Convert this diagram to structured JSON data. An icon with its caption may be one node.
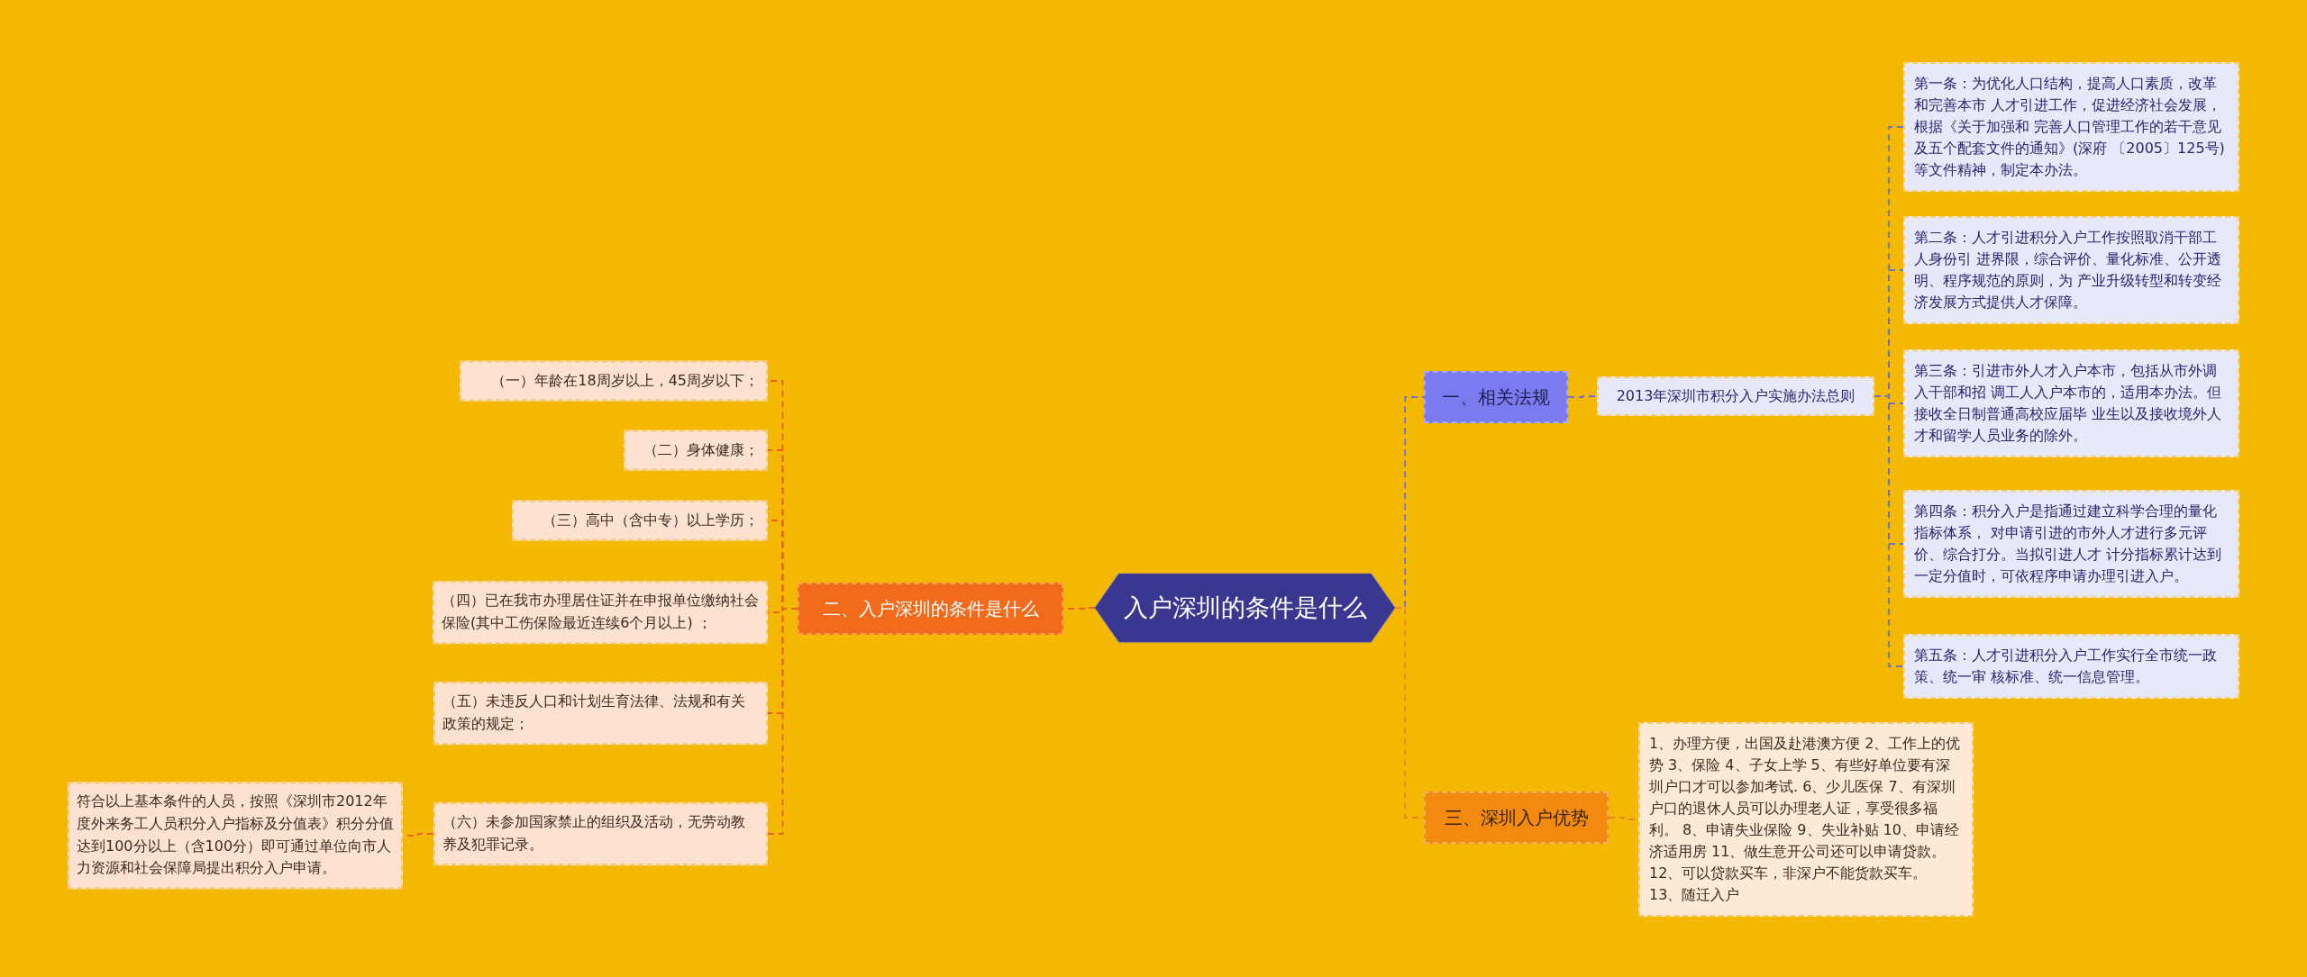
{
  "diagram": {
    "nodes": [
      {
        "text": [
          "入户深圳的条件是什么"
        ]
      },
      {
        "text": [
          "二、入户深圳的条件是什么"
        ]
      },
      {
        "text": [
          "（一）年龄在18周岁以上，45周岁以下；"
        ]
      },
      {
        "text": [
          "（二）身体健康；"
        ]
      },
      {
        "text": [
          "（三）高中（含中专）以上学历；"
        ]
      },
      {
        "text": [
          "（四）已在我市办理居住证并在申报单位缴纳社会保险(其中工伤保险最近连续6个月以上) ；"
        ]
      },
      {
        "text": [
          "（五）未违反人口和计划生育法律、法规和有关政策的规定；"
        ]
      },
      {
        "text": [
          "（六）未参加国家禁止的组织及活动，无劳动教养及犯罪记录。"
        ]
      },
      {
        "text": [
          "符合以上基本条件的人员，按照《深圳市2012年度外来务工人员积分入户指标及分值表》积分分值达到100分以上（含100分）即可通过单位向市人力资源和社会保障局提出积分入户申请。"
        ]
      },
      {
        "text": [
          "一、相关法规"
        ]
      },
      {
        "text": [
          "2013年深圳市积分入户实施办法总则"
        ]
      },
      {
        "text": [
          "第一条：为优化人口结构，提高人口素质，改革和完善本市 人才引进工作，促进经济社会发展，根据《关于加强和 完善人口管理工作的若干意见及五个配套文件的通知》(深府 〔2005〕125号)等文件精神，制定本办法。"
        ]
      },
      {
        "text": [
          "第二条：人才引进积分入户工作按照取消干部工人身份引 进界限，综合评价、量化标准、公开透明、程序规范的原则，为 产业升级转型和转变经济发展方式提供人才保障。"
        ]
      },
      {
        "text": [
          "第三条：引进市外人才入户本市，包括从市外调入干部和招 调工人入户本市的，适用本办法。但接收全日制普通高校应届毕 业生以及接收境外人才和留学人员业务的除外。"
        ]
      },
      {
        "text": [
          "第四条：积分入户是指通过建立科学合理的量化指标体系， 对申请引进的市外人才进行多元评价、综合打分。当拟引进人才 计分指标累计达到一定分值时，可依程序申请办理引进入户。"
        ]
      },
      {
        "text": [
          "第五条：人才引进积分入户工作实行全市统一政策、统一审 核标准、统一信息管理。"
        ]
      },
      {
        "text": [
          "三、深圳入户优势"
        ]
      },
      {
        "text": [
          "1、办理方便，出国及赴港澳方便 2、工作上的优势 3、保险 4、子女上学 5、有些好单位要有深圳户口才可以参加考试. 6、少儿医保 7、有深圳户口的退休人员可以办理老人证，享受很多福利。 8、申请失业保险 9、失业补贴 10、申请经济适用房 11、做生意开公司还可以申请贷款。 12、可以贷款买车，非深户不能货款买车。 13、随迁入户"
        ]
      }
    ],
    "edges": [
      {
        "from": 0,
        "to": 1,
        "arrow": "none",
        "style": "dashed",
        "color": "#e8622a"
      },
      {
        "from": 1,
        "to": 2,
        "arrow": "none",
        "style": "dashed",
        "color": "#e8622a"
      },
      {
        "from": 1,
        "to": 3,
        "arrow": "none",
        "style": "dashed",
        "color": "#e8622a"
      },
      {
        "from": 1,
        "to": 4,
        "arrow": "none",
        "style": "dashed",
        "color": "#e8622a"
      },
      {
        "from": 1,
        "to": 5,
        "arrow": "none",
        "style": "dashed",
        "color": "#e8622a"
      },
      {
        "from": 1,
        "to": 6,
        "arrow": "none",
        "style": "dashed",
        "color": "#e8622a"
      },
      {
        "from": 1,
        "to": 7,
        "arrow": "none",
        "style": "dashed",
        "color": "#e8622a"
      },
      {
        "from": 7,
        "to": 8,
        "arrow": "none",
        "style": "dashed",
        "color": "#e8622a"
      },
      {
        "from": 0,
        "to": 9,
        "arrow": "none",
        "style": "dashed",
        "color": "#6f6fd0"
      },
      {
        "from": 9,
        "to": 10,
        "arrow": "none",
        "style": "dashed",
        "color": "#6f6fd0"
      },
      {
        "from": 10,
        "to": 11,
        "arrow": "none",
        "style": "dashed",
        "color": "#6f6fd0"
      },
      {
        "from": 10,
        "to": 12,
        "arrow": "none",
        "style": "dashed",
        "color": "#6f6fd0"
      },
      {
        "from": 10,
        "to": 13,
        "arrow": "none",
        "style": "dashed",
        "color": "#6f6fd0"
      },
      {
        "from": 10,
        "to": 14,
        "arrow": "none",
        "style": "dashed",
        "color": "#6f6fd0"
      },
      {
        "from": 10,
        "to": 15,
        "arrow": "none",
        "style": "dashed",
        "color": "#6f6fd0"
      },
      {
        "from": 0,
        "to": 16,
        "arrow": "none",
        "style": "dashed",
        "color": "#e8862a"
      },
      {
        "from": 16,
        "to": 17,
        "arrow": "none",
        "style": "dashed",
        "color": "#e8862a"
      }
    ]
  }
}
